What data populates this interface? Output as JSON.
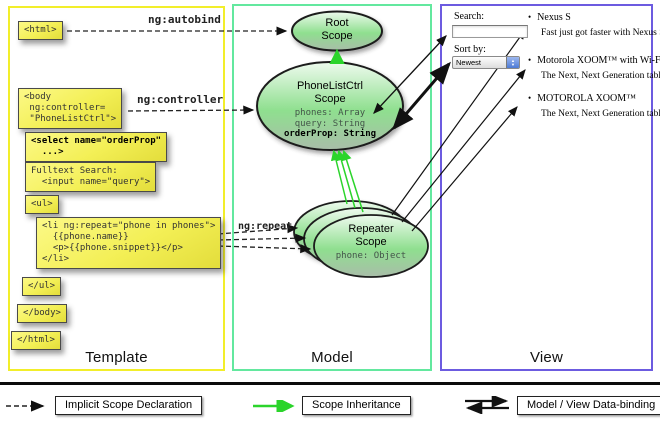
{
  "columns": {
    "template": {
      "label": "Template"
    },
    "model": {
      "label": "Model"
    },
    "view": {
      "label": "View"
    }
  },
  "template_code": {
    "html_open": "<html>",
    "body_open": "<body\n ng:controller=\n \"PhoneListCtrl\">",
    "select_tag": "<select name=\"orderProp\"\n  ...>",
    "fulltext": "Fulltext Search:\n  <input name=\"query\">",
    "ul_open": "<ul>",
    "li_repeat": "<li ng:repeat=\"phone in phones\">\n  {{phone.name}}\n  <p>{{phone.snippet}}</p>\n</li>",
    "ul_close": "</ul>",
    "body_close": "</body>",
    "html_close": "</html>"
  },
  "directive_labels": {
    "autobind": "ng:autobind",
    "controller": "ng:controller",
    "repeat": "ng:repeat"
  },
  "model_scopes": {
    "root": {
      "line1": "Root",
      "line2": "Scope"
    },
    "phonelist": {
      "line1": "PhoneListCtrl",
      "line2": "Scope",
      "prop1": "phones: Array",
      "prop2": "query: String",
      "prop_bold": "orderProp: String"
    },
    "repeater": {
      "line1": "Repeater",
      "line2": "Scope",
      "prop": "phone: Object"
    }
  },
  "view": {
    "search_label": "Search:",
    "search_value": "",
    "sort_label": "Sort by:",
    "sort_value": "Newest",
    "items": [
      {
        "title": "Nexus S",
        "desc": "Fast just got faster with Nexus S."
      },
      {
        "title": "Motorola XOOM™ with Wi-Fi",
        "desc": "The Next, Next Generation tablet."
      },
      {
        "title": "MOTOROLA XOOM™",
        "desc": "The Next, Next Generation tablet."
      }
    ]
  },
  "legend": {
    "implicit": "Implicit Scope Declaration",
    "inherit": "Scope Inheritance",
    "binding": "Model / View Data-binding"
  },
  "colors": {
    "template_border": "#f2ee2a",
    "model_border": "#63e89f",
    "view_border": "#6c5be0",
    "scope_fill_light": "#eefaee",
    "scope_fill_mid": "#8fdf8f",
    "box_yellow": "#f3ef55",
    "arrow_green": "#2bd42b",
    "arrow_black": "#111111"
  }
}
